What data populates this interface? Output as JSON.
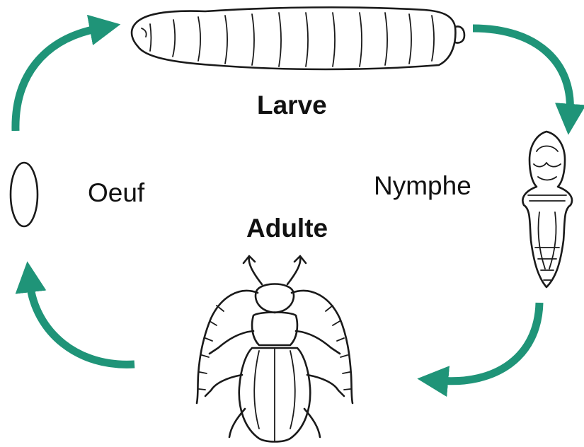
{
  "title": "",
  "stages": {
    "larva": "Larve",
    "pupa": "Nymphe",
    "adult": "Adulte",
    "egg": "Oeuf"
  },
  "colors": {
    "arrow": "#1f9478",
    "ink": "#1a1a1a",
    "background": "#ffffff"
  },
  "icons": [
    "egg-icon",
    "larva-icon",
    "pupa-icon",
    "beetle-icon"
  ]
}
